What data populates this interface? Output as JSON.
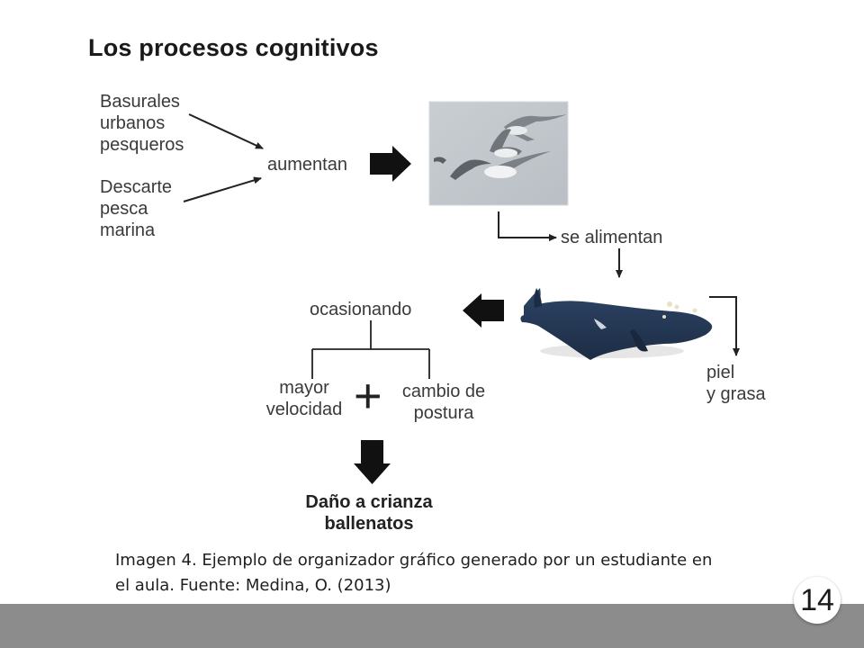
{
  "slide": {
    "title": "Los procesos cognitivos",
    "page_number": "14"
  },
  "diagram": {
    "source_1": [
      "Basurales",
      "urbanos",
      "pesqueros"
    ],
    "source_2": [
      "Descarte",
      "pesca",
      "marina"
    ],
    "node_aumentan": "aumentan",
    "node_se_alimentan": "se alimentan",
    "node_piel": [
      "piel",
      "y grasa"
    ],
    "node_ocasionando": "ocasionando",
    "node_mayor_velocidad": [
      "mayor",
      "velocidad"
    ],
    "plus_sign": "+",
    "node_cambio_postura": [
      "cambio de",
      "postura"
    ],
    "result": [
      "Daño a crianza",
      "ballenatos"
    ]
  },
  "caption": {
    "line1": "Imagen 4. Ejemplo de organizador gráfico generado por un estudiante en",
    "line2": "el aula. Fuente: Medina, O. (2013)"
  }
}
